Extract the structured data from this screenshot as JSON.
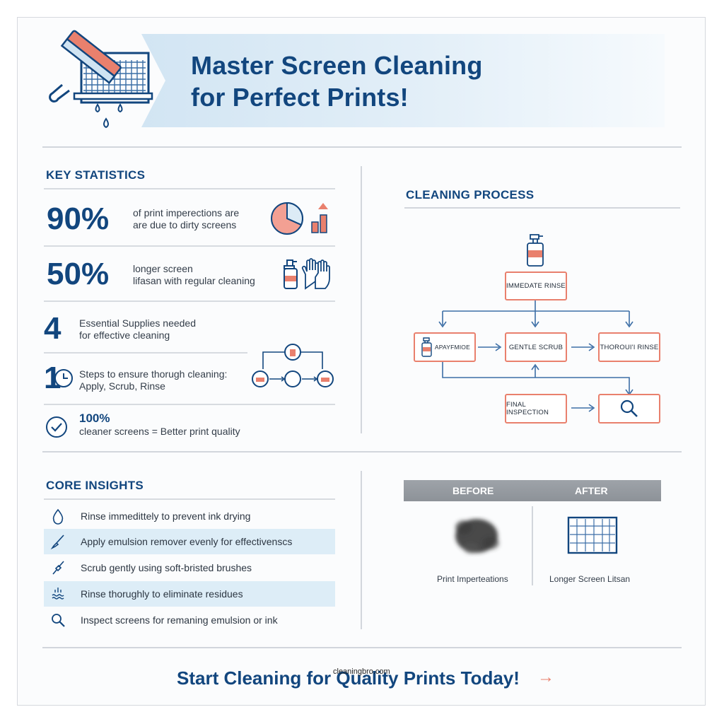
{
  "header": {
    "title_line1": "Master Screen Cleaning",
    "title_line2": "for Perfect Prints!"
  },
  "key_statistics": {
    "title": "KEY STATISTICS",
    "items": [
      {
        "value": "90%",
        "line1": "of print imperections are",
        "line2": "are due to dirty screens",
        "icon": "pie-chart-icon"
      },
      {
        "value": "50%",
        "line1": "longer screen",
        "line2": "lifasan with regular cleaning",
        "icon": "spray-bottle-gloves-icon"
      },
      {
        "value": "4",
        "line1": "Essential Supplies needed",
        "line2": "for effective cleaning",
        "icon": "none"
      },
      {
        "value": "1",
        "line1": "Steps to ensure thorugh cleaning:",
        "line2": "Apply, Scrub, Rinse",
        "icon": "steps-cycle-icon"
      },
      {
        "value": "100%",
        "line1": "cleaner screens = Better print quality",
        "line2": "",
        "icon": "checkmark-icon"
      }
    ]
  },
  "cleaning_process": {
    "title": "CLEANING PROCESS",
    "steps": {
      "rinse": "IMMEDATE RINSE",
      "apply": "APAYFMIOE",
      "scrub": "GENTLE SCRUB",
      "thorough": "THOROUI'I RINSE",
      "inspection": "FINAL INSPECTION"
    }
  },
  "core_insights": {
    "title": "CORE INSIGHTS",
    "items": [
      {
        "text": "Rinse immedittely to prevent ink drying",
        "icon": "water-drop-icon",
        "shaded": false
      },
      {
        "text": "Apply emulsion remover evenly for effectivenscs",
        "icon": "brush-icon",
        "shaded": true
      },
      {
        "text": "Scrub gently using soft-bristed brushes",
        "icon": "scrub-brush-icon",
        "shaded": false
      },
      {
        "text": "Rinse thorughly to eliminate residues",
        "icon": "rinse-waves-icon",
        "shaded": true
      },
      {
        "text": "Inspect screens for remaning emulsion or ink",
        "icon": "magnifier-icon",
        "shaded": false
      }
    ]
  },
  "before_after": {
    "before_label": "BEFORE",
    "after_label": "AFTER",
    "before_caption": "Print Imperteations",
    "after_caption": "Longer Screen Litsan"
  },
  "footer": {
    "cta": "Start Cleaning for Quality Prints Today!",
    "cta_arrow": "→",
    "watermark": "cleaningbro.com"
  },
  "colors": {
    "navy": "#12467e",
    "coral": "#e9806d",
    "light_blue": "#ddedf7",
    "gray_bar": "#969ba1"
  }
}
